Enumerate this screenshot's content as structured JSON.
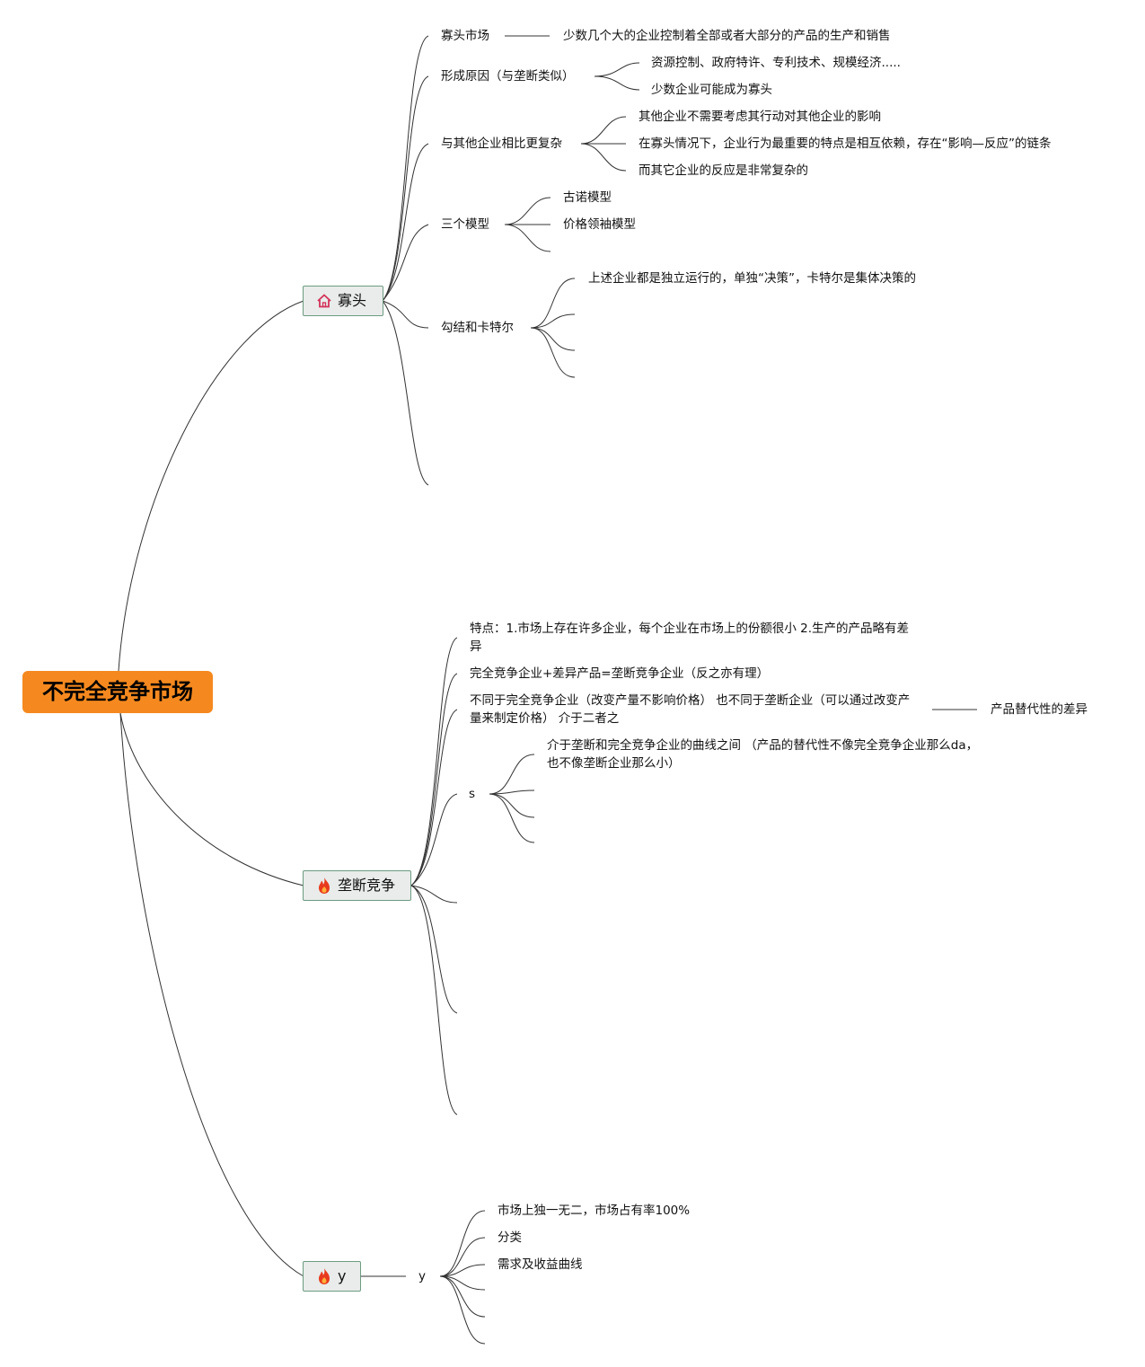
{
  "root": {
    "label": "不完全竞争市场",
    "color": "#f5891f"
  },
  "oligopoly": {
    "label": "寡头",
    "icon": "house-icon",
    "items": [
      {
        "label": "寡头市场",
        "children": [
          "少数几个大的企业控制着全部或者大部分的产品的生产和销售"
        ]
      },
      {
        "label": "形成原因（与垄断类似）",
        "children": [
          "资源控制、政府特许、专利技术、规模经济.....",
          "少数企业可能成为寡头"
        ]
      },
      {
        "label": "与其他企业相比更复杂",
        "children": [
          "其他企业不需要考虑其行动对其他企业的影响",
          "在寡头情况下，企业行为最重要的特点是相互依赖，存在“影响—反应”的链条",
          "而其它企业的反应是非常复杂的"
        ]
      },
      {
        "label": "三个模型",
        "children": [
          "古诺模型",
          "价格领袖模型"
        ]
      },
      {
        "label": "勾结和卡特尔",
        "children": [
          "上述企业都是独立运行的，单独“决策”，卡特尔是集体决策的"
        ]
      }
    ]
  },
  "monopolistic": {
    "label": "垄断竞争",
    "icon": "fire-icon",
    "items": [
      {
        "label": "特点：1.市场上存在许多企业，每个企业在市场上的份额很小 2.生产的产品略有差异"
      },
      {
        "label": "完全竞争企业+差异产品=垄断竞争企业（反之亦有理）"
      },
      {
        "label": "不同于完全竞争企业（改变产量不影响价格） 也不同于垄断企业（可以通过改变产量来制定价格） 介于二者之",
        "children": [
          "产品替代性的差异"
        ]
      },
      {
        "label": "s",
        "children": [
          "介于垄断和完全竞争企业的曲线之间 （产品的替代性不像完全竞争企业那么da，也不像垄断企业那么小）"
        ]
      }
    ]
  },
  "monopoly": {
    "label": "y",
    "icon": "fire-icon",
    "child": {
      "label": "y",
      "children": [
        "市场上独一无二，市场占有率100%",
        "分类",
        "需求及收益曲线"
      ]
    }
  }
}
